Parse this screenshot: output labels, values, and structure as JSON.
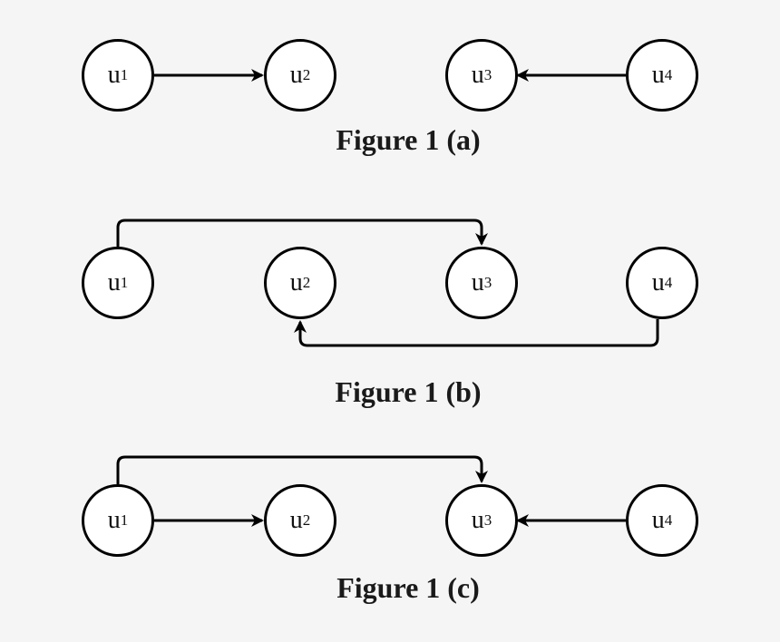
{
  "figures": [
    {
      "caption": "Figure 1 (a)",
      "nodes": [
        {
          "base": "u",
          "sub": "1"
        },
        {
          "base": "u",
          "sub": "2"
        },
        {
          "base": "u",
          "sub": "3"
        },
        {
          "base": "u",
          "sub": "4"
        }
      ],
      "edges": [
        {
          "from": "u1",
          "to": "u2"
        },
        {
          "from": "u4",
          "to": "u3"
        }
      ]
    },
    {
      "caption": "Figure 1 (b)",
      "nodes": [
        {
          "base": "u",
          "sub": "1"
        },
        {
          "base": "u",
          "sub": "2"
        },
        {
          "base": "u",
          "sub": "3"
        },
        {
          "base": "u",
          "sub": "4"
        }
      ],
      "edges": [
        {
          "from": "u1",
          "to": "u3"
        },
        {
          "from": "u4",
          "to": "u2"
        }
      ]
    },
    {
      "caption": "Figure 1 (c)",
      "nodes": [
        {
          "base": "u",
          "sub": "1"
        },
        {
          "base": "u",
          "sub": "2"
        },
        {
          "base": "u",
          "sub": "3"
        },
        {
          "base": "u",
          "sub": "4"
        }
      ],
      "edges": [
        {
          "from": "u1",
          "to": "u2"
        },
        {
          "from": "u1",
          "to": "u3"
        },
        {
          "from": "u4",
          "to": "u3"
        }
      ]
    }
  ]
}
